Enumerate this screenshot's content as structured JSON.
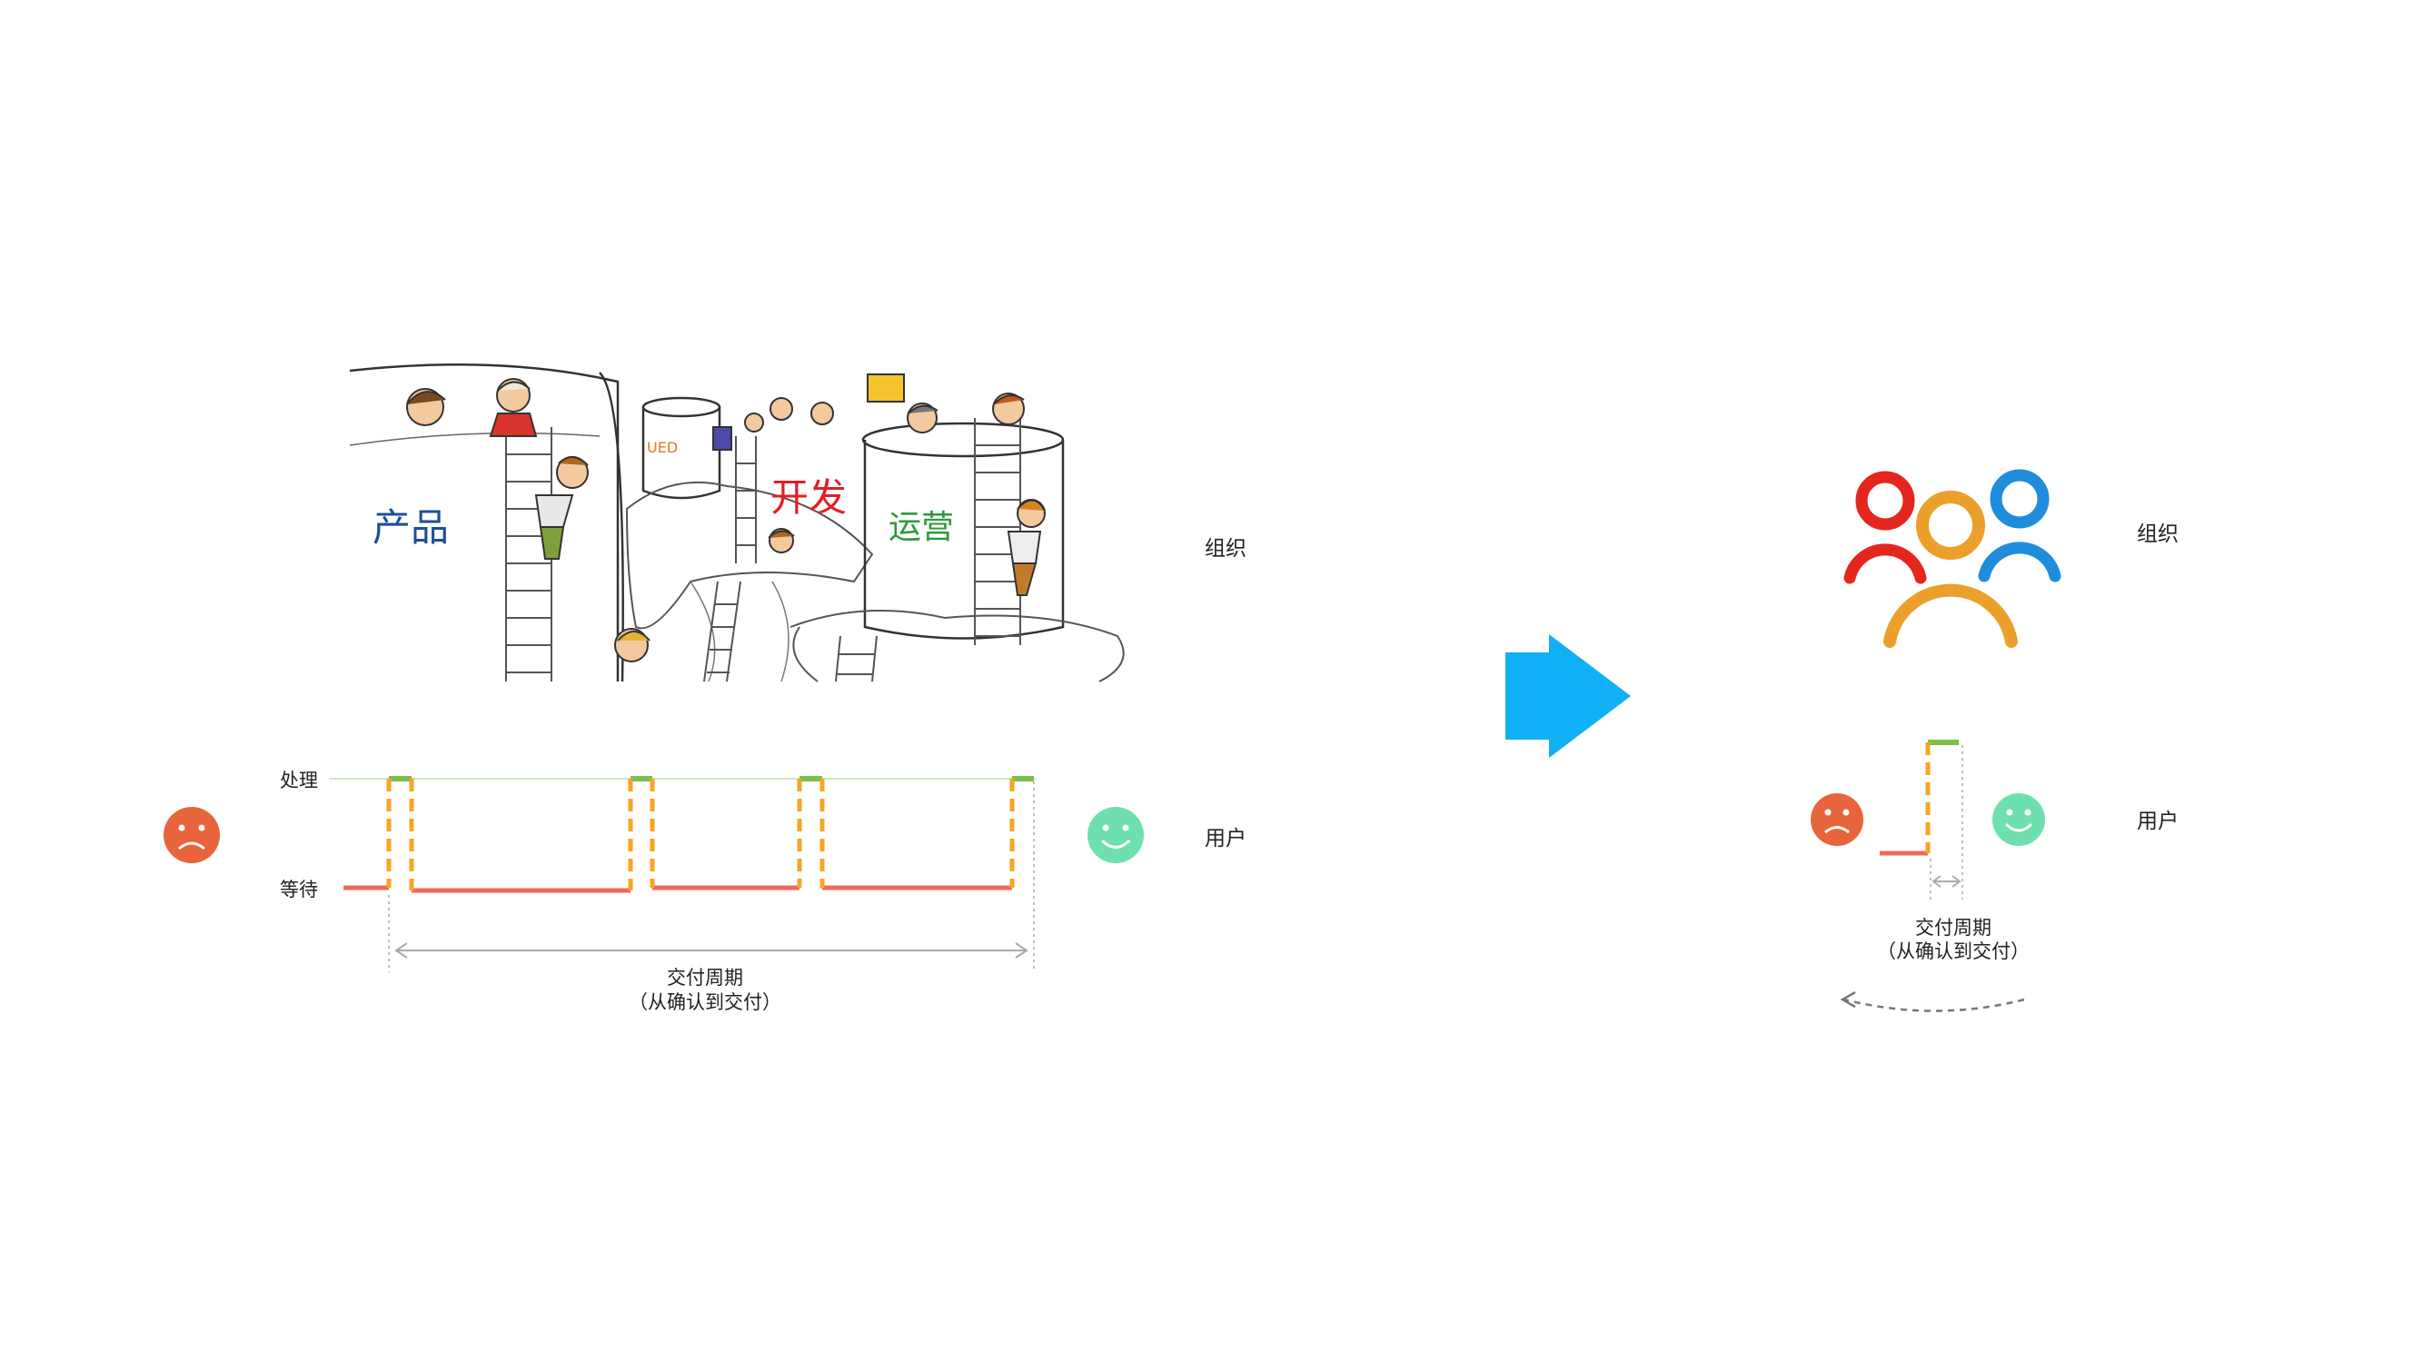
{
  "illustration": {
    "silo_product": "产品",
    "silo_dev": "开发",
    "silo_ops": "运营",
    "silo_ued": "UED"
  },
  "left": {
    "label_org": "组织",
    "label_user": "用户",
    "state_process": "处理",
    "state_wait": "等待",
    "cycle_title": "交付周期",
    "cycle_subtitle": "（从确认到交付）"
  },
  "right": {
    "label_org": "组织",
    "label_user": "用户",
    "cycle_title": "交付周期",
    "cycle_subtitle": "（从确认到交付）"
  },
  "colors": {
    "wait_line": "#f0685c",
    "process_line": "#7cbf4e",
    "dash_line": "#f5a623",
    "sad_face": "#e8643c",
    "happy_face": "#6ee0b0",
    "arrow": "#0fb0f5",
    "org_red": "#e5261f",
    "org_orange": "#eaa02a",
    "org_blue": "#1f8ddb",
    "product_text": "#1c4f9a",
    "dev_text": "#e31e24",
    "ops_text": "#2c9a3c",
    "ued_text": "#e07a1e"
  },
  "icons": [
    "sad-face-icon",
    "happy-face-icon",
    "right-arrow-icon",
    "organization-people-icon"
  ]
}
